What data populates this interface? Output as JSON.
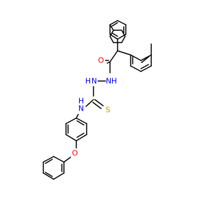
{
  "molecule": {
    "atoms": [
      {
        "id": "O_carbonyl",
        "label": "O",
        "color": "#ff0000"
      },
      {
        "id": "N_1",
        "label": "N",
        "color": "#0000ff"
      },
      {
        "id": "H_1",
        "label": "H",
        "color": "#0000ff"
      },
      {
        "id": "N_2",
        "label": "N",
        "color": "#0000ff"
      },
      {
        "id": "H_2",
        "label": "H",
        "color": "#0000ff"
      },
      {
        "id": "N_3",
        "label": "N",
        "color": "#0000ff"
      },
      {
        "id": "H_3",
        "label": "H",
        "color": "#0000ff"
      },
      {
        "id": "S",
        "label": "S",
        "color": "#b8a000"
      },
      {
        "id": "O_ether",
        "label": "O",
        "color": "#ff0000"
      }
    ]
  }
}
